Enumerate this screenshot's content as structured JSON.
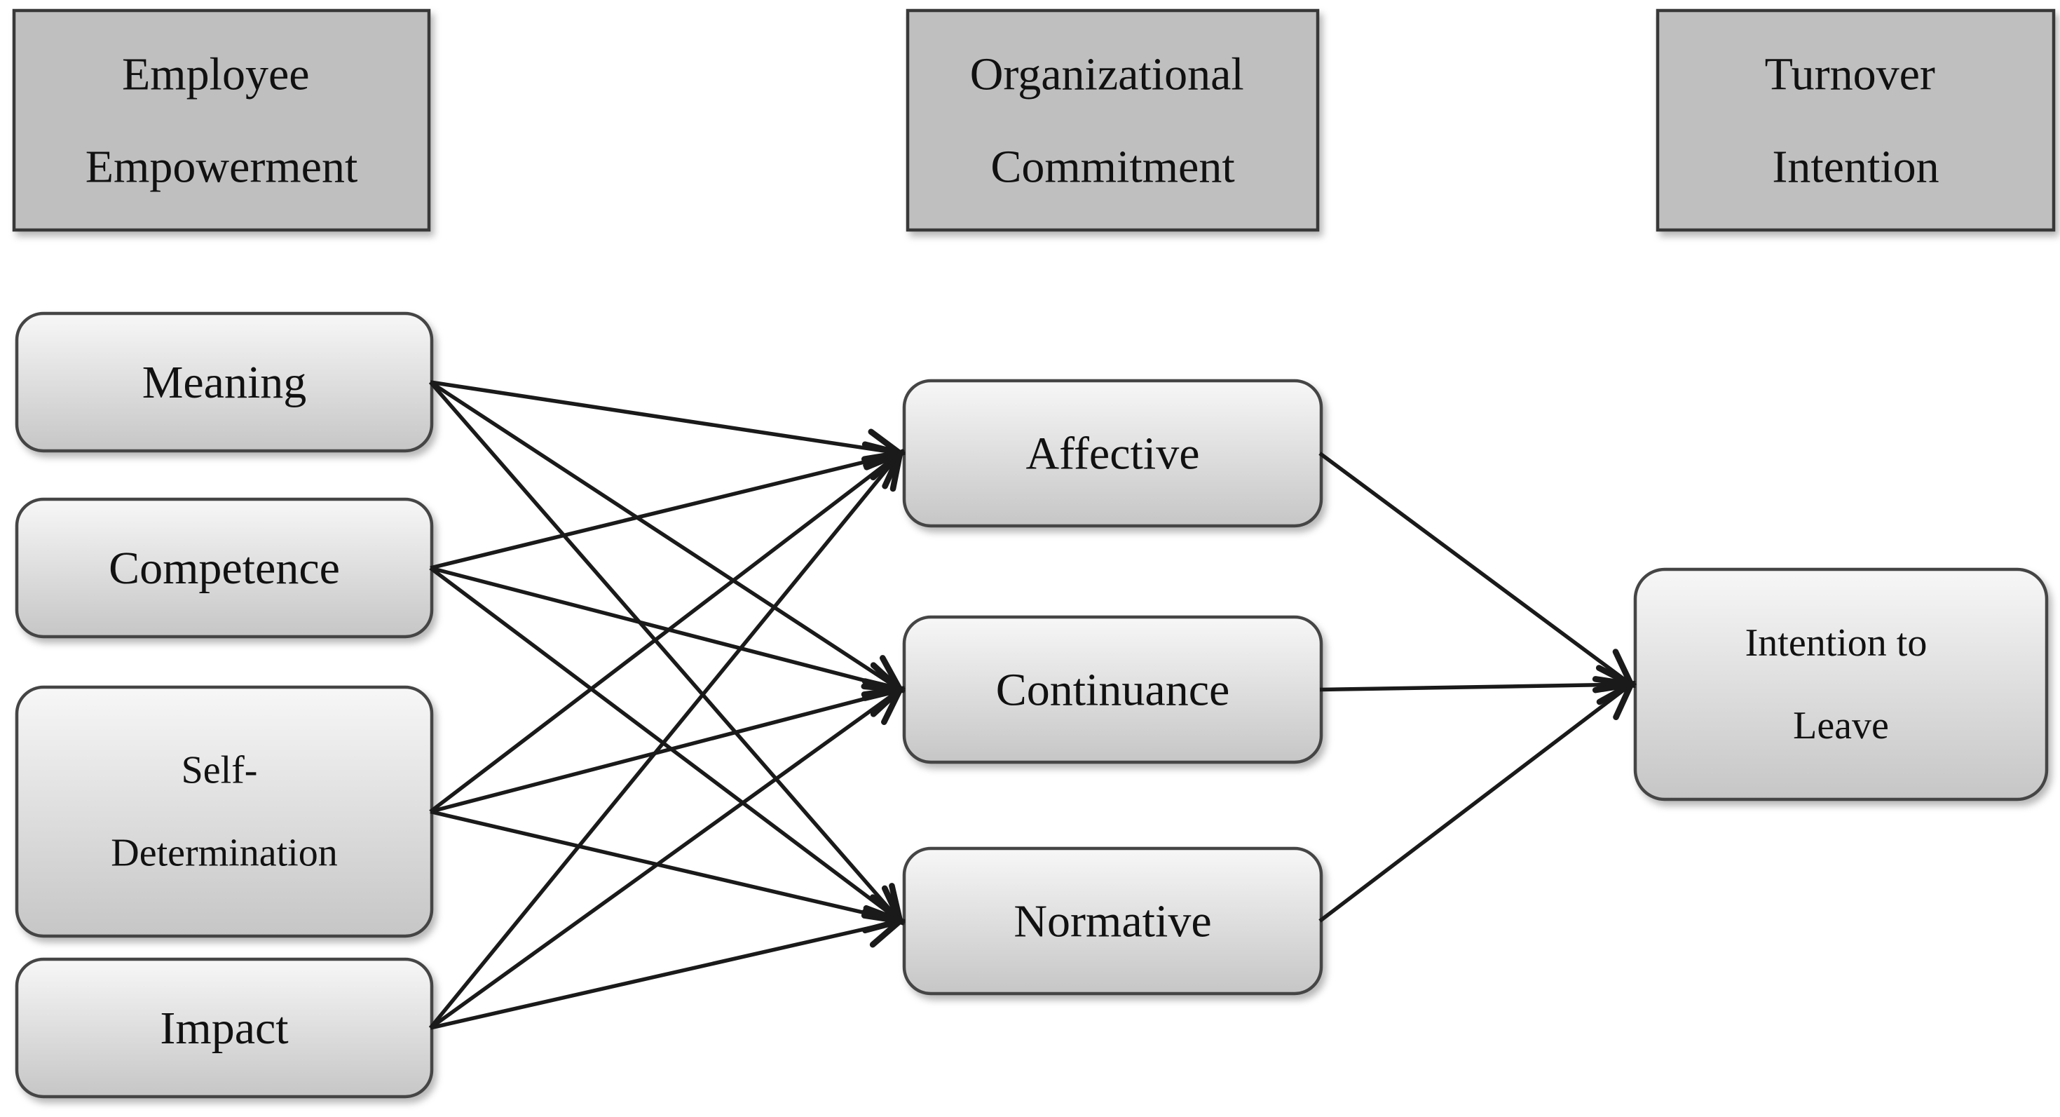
{
  "colors": {
    "page_background": "#ffffff",
    "header_fill": "#bfbfbf",
    "node_gradient_top": "#f7f7f7",
    "node_gradient_bottom": "#c6c6c6",
    "box_border": "#454545",
    "arrow": "#1a1a1a",
    "text": "#111111"
  },
  "diagram": {
    "headers": {
      "empowerment": {
        "lines": [
          "Employee",
          "Empowerment"
        ]
      },
      "commitment": {
        "lines": [
          "Organizational",
          "Commitment"
        ]
      },
      "turnover": {
        "lines": [
          "Turnover",
          "Intention"
        ]
      }
    },
    "nodes": {
      "meaning": {
        "lines": [
          "Meaning"
        ]
      },
      "competence": {
        "lines": [
          "Competence"
        ]
      },
      "self_determination": {
        "lines": [
          "Self-",
          "Determination"
        ]
      },
      "impact": {
        "lines": [
          "Impact"
        ]
      },
      "affective": {
        "lines": [
          "Affective"
        ]
      },
      "continuance": {
        "lines": [
          "Continuance"
        ]
      },
      "normative": {
        "lines": [
          "Normative"
        ]
      },
      "intention_to_leave": {
        "lines": [
          "Intention to",
          "Leave"
        ]
      }
    },
    "edges": [
      {
        "from": "meaning",
        "to": "affective"
      },
      {
        "from": "meaning",
        "to": "continuance"
      },
      {
        "from": "meaning",
        "to": "normative"
      },
      {
        "from": "competence",
        "to": "affective"
      },
      {
        "from": "competence",
        "to": "continuance"
      },
      {
        "from": "competence",
        "to": "normative"
      },
      {
        "from": "self_determination",
        "to": "affective"
      },
      {
        "from": "self_determination",
        "to": "continuance"
      },
      {
        "from": "self_determination",
        "to": "normative"
      },
      {
        "from": "impact",
        "to": "affective"
      },
      {
        "from": "impact",
        "to": "continuance"
      },
      {
        "from": "impact",
        "to": "normative"
      },
      {
        "from": "affective",
        "to": "intention_to_leave"
      },
      {
        "from": "continuance",
        "to": "intention_to_leave"
      },
      {
        "from": "normative",
        "to": "intention_to_leave"
      }
    ]
  }
}
